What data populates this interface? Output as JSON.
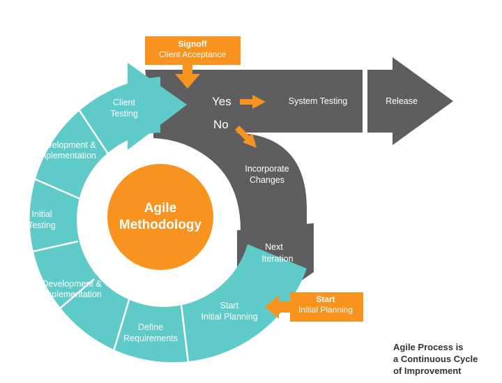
{
  "colors": {
    "teal": "#5ECBC8",
    "gray": "#5E5E60",
    "orange": "#F7931E",
    "white": "#FFFFFF"
  },
  "center": {
    "line1": "Agile",
    "line2": "Methodology"
  },
  "ring_segments": [
    {
      "line1": "Client",
      "line2": "Testing"
    },
    {
      "line1": "Development &",
      "line2": "Implementation"
    },
    {
      "line1": "Initial",
      "line2": "Testing"
    },
    {
      "line1": "Development &",
      "line2": "Implementation"
    },
    {
      "line1": "Define",
      "line2": "Requirements"
    },
    {
      "line1": "Start",
      "line2": "Initial Planning"
    }
  ],
  "gray_flow": {
    "yes": "Yes",
    "no": "No",
    "system_testing": "System Testing",
    "release": "Release",
    "incorporate_line1": "Incorporate",
    "incorporate_line2": "Changes",
    "next_line1": "Next",
    "next_line2": "Iteration"
  },
  "signoff_box": {
    "title": "Signoff",
    "subtitle": "Client Acceptance"
  },
  "start_box": {
    "title": "Start",
    "subtitle": "Initial Planning"
  },
  "caption": {
    "line1": "Agile Process is",
    "line2": "a Continuous Cycle",
    "line3": "of Improvement"
  }
}
